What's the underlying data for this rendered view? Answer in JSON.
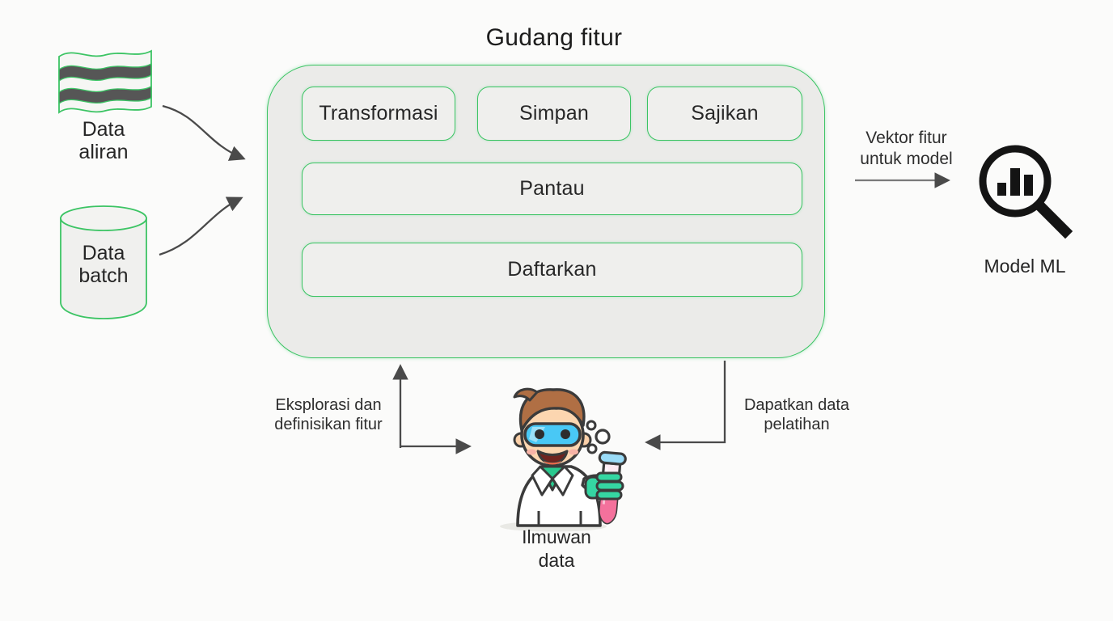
{
  "title": "Gudang fitur",
  "store": {
    "boxes_row1": [
      {
        "label": "Transformasi"
      },
      {
        "label": "Simpan"
      },
      {
        "label": "Sajikan"
      }
    ],
    "box_monitor": "Pantau",
    "box_register": "Daftarkan"
  },
  "sources": {
    "stream": {
      "line1": "Data",
      "line2": "aliran"
    },
    "batch": {
      "line1": "Data",
      "line2": "batch"
    }
  },
  "output": {
    "vector_line1": "Vektor fitur",
    "vector_line2": "untuk model",
    "model_label": "Model ML"
  },
  "loops": {
    "explore_line1": "Eksplorasi dan",
    "explore_line2": "definisikan fitur",
    "training_line1": "Dapatkan data",
    "training_line2": "pelatihan"
  },
  "scientist": {
    "line1": "Ilmuwan",
    "line2": "data"
  },
  "colors": {
    "green_border": "#3cc464",
    "store_fill": "#ebebe9",
    "inner_fill": "#efefed",
    "arrow_gray": "#4a4a4a",
    "ink": "#262626",
    "tube_pink": "#f4719c",
    "goggles_blue": "#49c8f5",
    "glove_teal": "#35d6a2",
    "hair_brown": "#b06f44"
  }
}
